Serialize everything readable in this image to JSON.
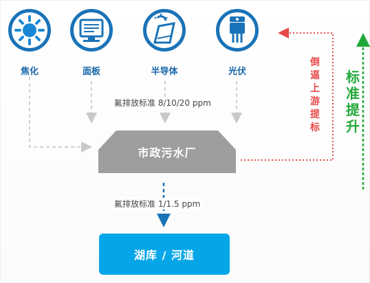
{
  "sources": [
    {
      "label": "焦化",
      "icon": "sun-icon"
    },
    {
      "label": "面板",
      "icon": "monitor-icon"
    },
    {
      "label": "半导体",
      "icon": "solar-panel-icon"
    },
    {
      "label": "光伏",
      "icon": "transistor-icon"
    }
  ],
  "upstream_standard": "氟排放标准 8/10/20 ppm",
  "plant": {
    "label": "市政污水厂"
  },
  "discharge_standard": "氟排放标准 1/1.5 ppm",
  "receiving_water": {
    "label": "湖库 / 河道"
  },
  "upstream_note": "倒逼上游提标",
  "standard_raise": "标准提升",
  "colors": {
    "icon_blue": "#1a73b8",
    "plant_gray": "#9e9e9e",
    "water_blue": "#05a6e8",
    "red_note": "#e84a4a",
    "green_note": "#22a838"
  }
}
